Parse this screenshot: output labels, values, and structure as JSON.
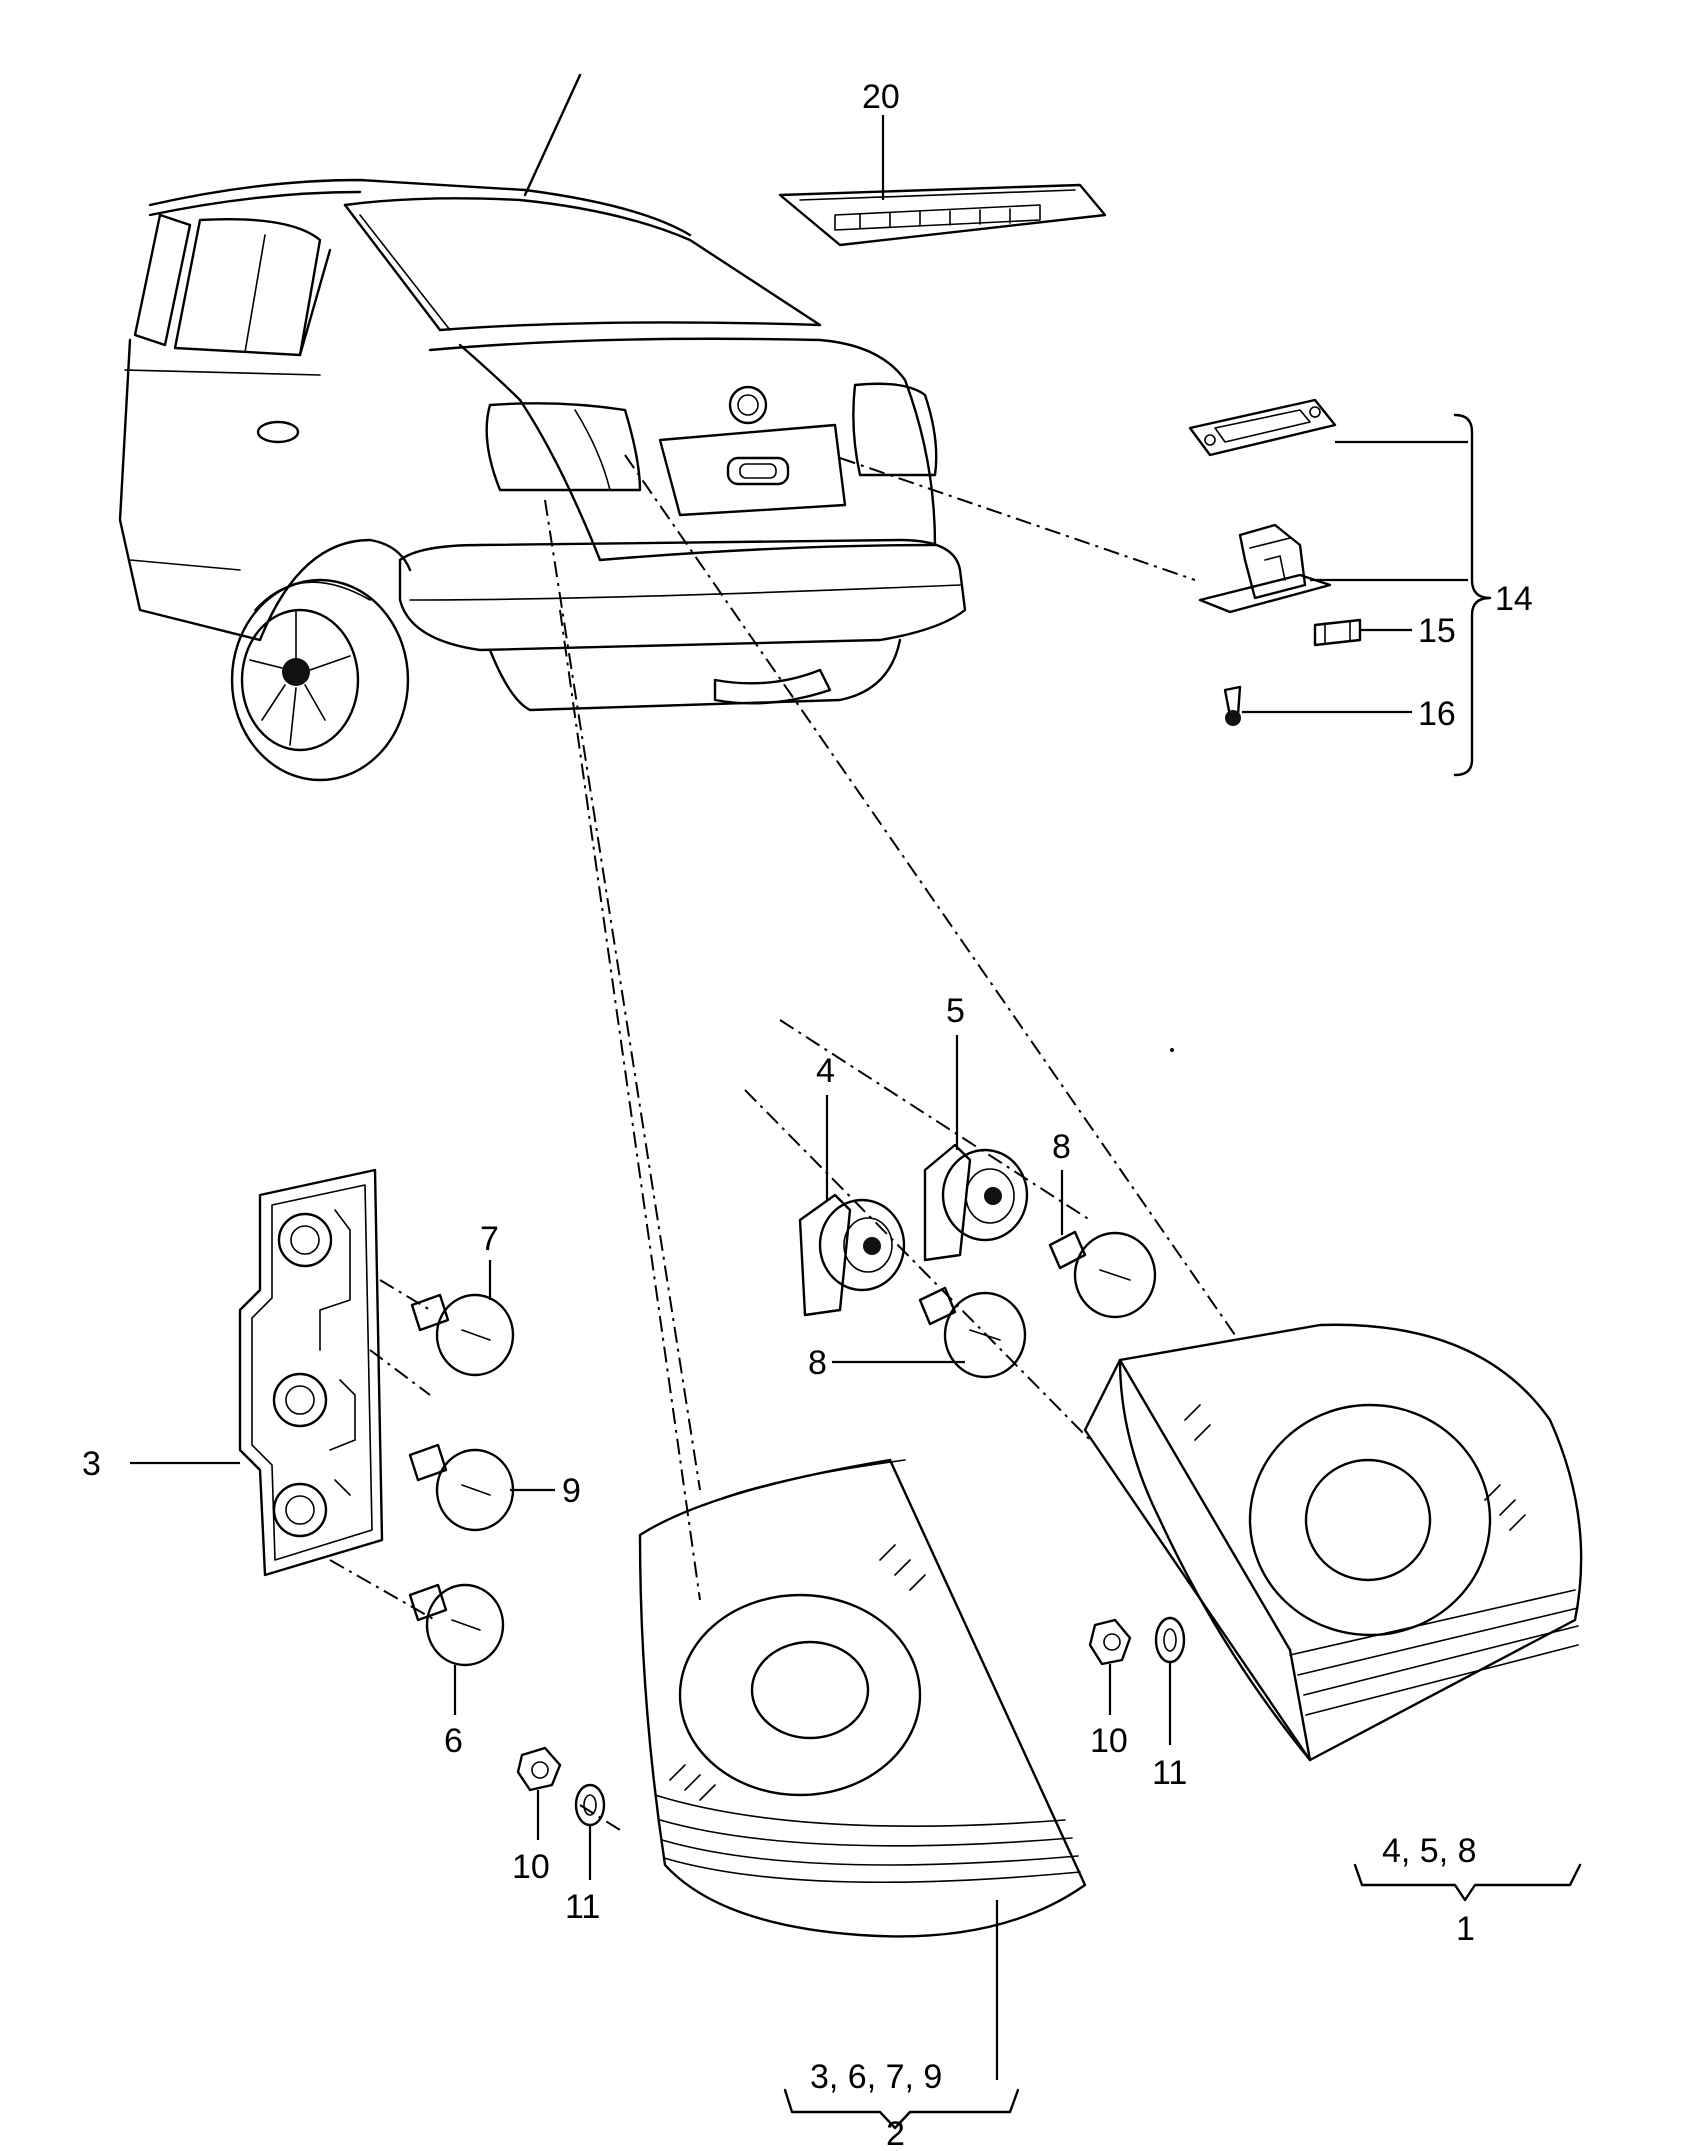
{
  "labels": {
    "l20": "20",
    "l14": "14",
    "l15": "15",
    "l16": "16",
    "l4": "4",
    "l5": "5",
    "l8a": "8",
    "l8b": "8",
    "l7": "7",
    "l3": "3",
    "l9": "9",
    "l6": "6",
    "l10a": "10",
    "l11a": "11",
    "l10b": "10",
    "l11b": "11",
    "set1_contents": "4, 5, 8",
    "set1_number": "1",
    "set2_contents": "3, 6, 7, 9",
    "set2_number": "2"
  }
}
